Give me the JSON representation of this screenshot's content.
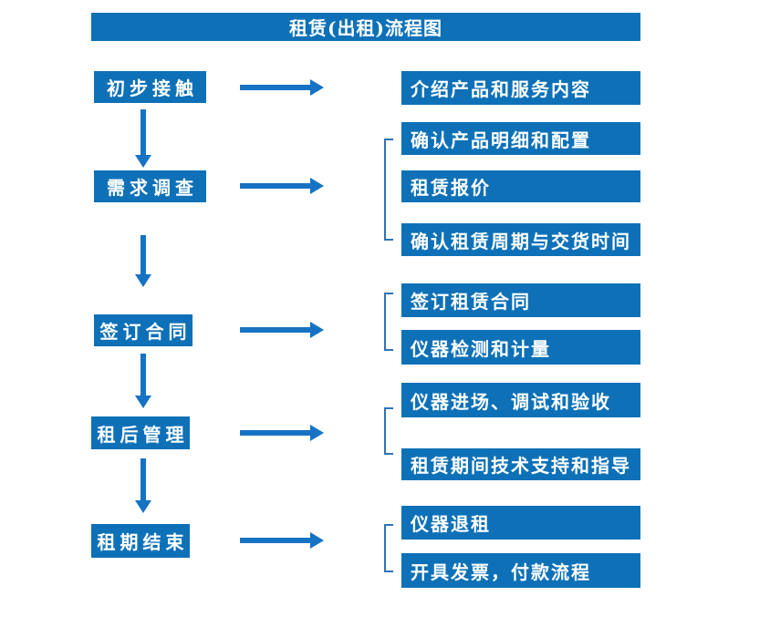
{
  "title": "租赁(出租)流程图",
  "colors": {
    "box_blue": "#0e71b8",
    "arrow_blue": "#1673c4",
    "bracket_blue": "#2e75b6",
    "text_white": "#ffffff",
    "background": "#ffffff"
  },
  "left_steps": [
    {
      "label": "初步接触"
    },
    {
      "label": "需求调查"
    },
    {
      "label": "签订合同"
    },
    {
      "label": "租后管理"
    },
    {
      "label": "租期结束"
    }
  ],
  "right_items": [
    {
      "label": "介绍产品和服务内容"
    },
    {
      "label": "确认产品明细和配置"
    },
    {
      "label": "租赁报价"
    },
    {
      "label": "确认租赁周期与交货时间"
    },
    {
      "label": "签订租赁合同"
    },
    {
      "label": "仪器检测和计量"
    },
    {
      "label": "仪器进场、调试和验收"
    },
    {
      "label": "租赁期间技术支持和指导"
    },
    {
      "label": "仪器退租"
    },
    {
      "label": "开具发票，付款流程"
    }
  ]
}
